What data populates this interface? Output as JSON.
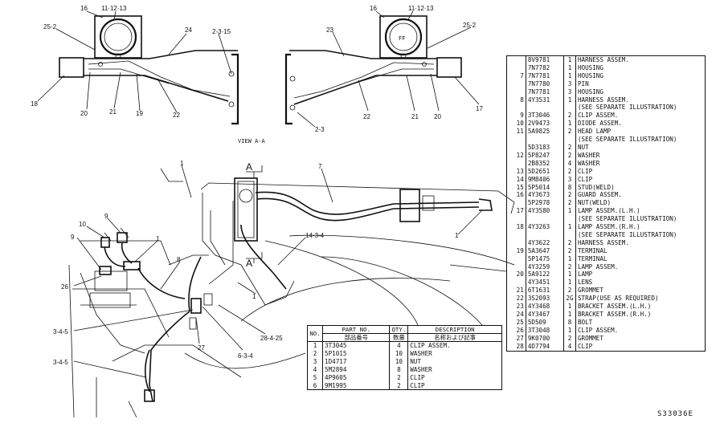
{
  "callouts": {
    "c16l": "16",
    "c111213l": "11·12·13",
    "c252l": "25-2",
    "c24": "24",
    "c2315": "2-3·15",
    "c18": "18",
    "c20l": "20",
    "c21l": "21",
    "c19": "19",
    "c22l": "22",
    "c16r": "16",
    "c111213r": "11·12·13",
    "c23": "23",
    "c252r": "25-2",
    "c17": "17",
    "c22r": "22",
    "c21r": "21",
    "c20r": "20",
    "c23b": "2-3",
    "c1a": "1",
    "c7": "7",
    "c10": "10",
    "c9a": "9",
    "c9b": "9",
    "c1b": "1",
    "c1c": "1",
    "c8": "8",
    "c26": "26",
    "c1434": "14-3-4",
    "c1d": "1",
    "c345a": "3-4-5",
    "c345b": "3-4-5",
    "c27": "27",
    "c2425": "28-4-25",
    "c634": "6-3-4"
  },
  "view_label": "VIEW A-A",
  "section_labels": {
    "a_top": "A",
    "a_bottom": "A"
  },
  "lamp_face_label": "FF",
  "parts_list": [
    {
      "ref": "",
      "pn": "8V9781",
      "qty": "1",
      "desc": "HARNESS ASSEM."
    },
    {
      "ref": "",
      "pn": "7N7782",
      "qty": "1",
      "desc": "  HOUSING"
    },
    {
      "ref": "7",
      "pn": "7N7781",
      "qty": "1",
      "desc": "  HOUSING"
    },
    {
      "ref": "",
      "pn": "7N7780",
      "qty": "3",
      "desc": "  PIN"
    },
    {
      "ref": "",
      "pn": "7N7781",
      "qty": "3",
      "desc": "  HOUSING"
    },
    {
      "ref": "8",
      "pn": "4Y3531",
      "qty": "1",
      "desc": "HARNESS ASSEM."
    },
    {
      "ref": "",
      "pn": "",
      "qty": "",
      "desc": "  (SEE SEPARATE ILLUSTRATION)"
    },
    {
      "ref": "9",
      "pn": "3T3046",
      "qty": "2",
      "desc": "CLIP ASSEM."
    },
    {
      "ref": "10",
      "pn": "2V9473",
      "qty": "1",
      "desc": "DIODE ASSEM."
    },
    {
      "ref": "11",
      "pn": "5A9825",
      "qty": "2",
      "desc": "HEAD LAMP"
    },
    {
      "ref": "",
      "pn": "",
      "qty": "",
      "desc": "  (SEE SEPARATE ILLUSTRATION)"
    },
    {
      "ref": "",
      "pn": "5D3183",
      "qty": "2",
      "desc": "NUT"
    },
    {
      "ref": "12",
      "pn": "5P8247",
      "qty": "2",
      "desc": "WASHER"
    },
    {
      "ref": "",
      "pn": "2B8352",
      "qty": "4",
      "desc": "WASHER"
    },
    {
      "ref": "13",
      "pn": "5D2651",
      "qty": "2",
      "desc": "CLIP"
    },
    {
      "ref": "14",
      "pn": "9M8406",
      "qty": "3",
      "desc": "CLIP"
    },
    {
      "ref": "15",
      "pn": "5P5014",
      "qty": "8",
      "desc": "STUD(WELD)"
    },
    {
      "ref": "16",
      "pn": "4Y3673",
      "qty": "2",
      "desc": "GUARD ASSEM."
    },
    {
      "ref": "",
      "pn": "5P2978",
      "qty": "2",
      "desc": "  NUT(WELD)"
    },
    {
      "ref": "17",
      "pn": "4Y3580",
      "qty": "1",
      "desc": "LAMP ASSEM.(L.H.)"
    },
    {
      "ref": "",
      "pn": "",
      "qty": "",
      "desc": "  (SEE SEPARATE ILLUSTRATION)"
    },
    {
      "ref": "18",
      "pn": "4Y3263",
      "qty": "1",
      "desc": "LAMP ASSEM.(R.H.)"
    },
    {
      "ref": "",
      "pn": "",
      "qty": "",
      "desc": "  (SEE SEPARATE ILLUSTRATION)"
    },
    {
      "ref": "",
      "pn": "4Y3622",
      "qty": "2",
      "desc": "HARNESS ASSEM."
    },
    {
      "ref": "19",
      "pn": "5A3647",
      "qty": "2",
      "desc": "  TERMINAL"
    },
    {
      "ref": "",
      "pn": "5P1475",
      "qty": "1",
      "desc": "  TERMINAL"
    },
    {
      "ref": "",
      "pn": "4Y3259",
      "qty": "2",
      "desc": "LAMP ASSEM."
    },
    {
      "ref": "20",
      "pn": "5A9122",
      "qty": "1",
      "desc": "  LAMP"
    },
    {
      "ref": "",
      "pn": "4Y3451",
      "qty": "1",
      "desc": "  LENS"
    },
    {
      "ref": "21",
      "pn": "6T1631",
      "qty": "2",
      "desc": "GROMMET"
    },
    {
      "ref": "22",
      "pn": "3S2093",
      "qty": "2G",
      "desc": "STRAP(USE AS REQUIRED)"
    },
    {
      "ref": "23",
      "pn": "4Y3468",
      "qty": "1",
      "desc": "BRACKET ASSEM.(L.H.)"
    },
    {
      "ref": "24",
      "pn": "4Y3467",
      "qty": "1",
      "desc": "BRACKET ASSEM.(R.H.)"
    },
    {
      "ref": "25",
      "pn": "5D509",
      "qty": "8",
      "desc": "BOLT"
    },
    {
      "ref": "26",
      "pn": "3T3048",
      "qty": "1",
      "desc": "CLIP ASSEM."
    },
    {
      "ref": "27",
      "pn": "9K0700",
      "qty": "2",
      "desc": "GROMMET"
    },
    {
      "ref": "28",
      "pn": "4D7794",
      "qty": "4",
      "desc": "CLIP"
    }
  ],
  "small_table": {
    "headers": {
      "no": "NO.",
      "part": "PART NO.",
      "part_jp": "部品番号",
      "qty": "QTY.",
      "qty_jp": "数量",
      "desc": "DESCRIPTION",
      "desc_jp": "名称および記事"
    },
    "rows": [
      {
        "no": "1",
        "pn": "3T3045",
        "qty": "4",
        "desc": "CLIP ASSEM."
      },
      {
        "no": "2",
        "pn": "5P1015",
        "qty": "10",
        "desc": "WASHER"
      },
      {
        "no": "3",
        "pn": "1D4717",
        "qty": "10",
        "desc": "NUT"
      },
      {
        "no": "4",
        "pn": "5M2894",
        "qty": "8",
        "desc": "WASHER"
      },
      {
        "no": "5",
        "pn": "4P9605",
        "qty": "2",
        "desc": "CLIP"
      },
      {
        "no": "6",
        "pn": "9M1995",
        "qty": "2",
        "desc": "CLIP"
      }
    ]
  },
  "drawing_number": "S33036E"
}
